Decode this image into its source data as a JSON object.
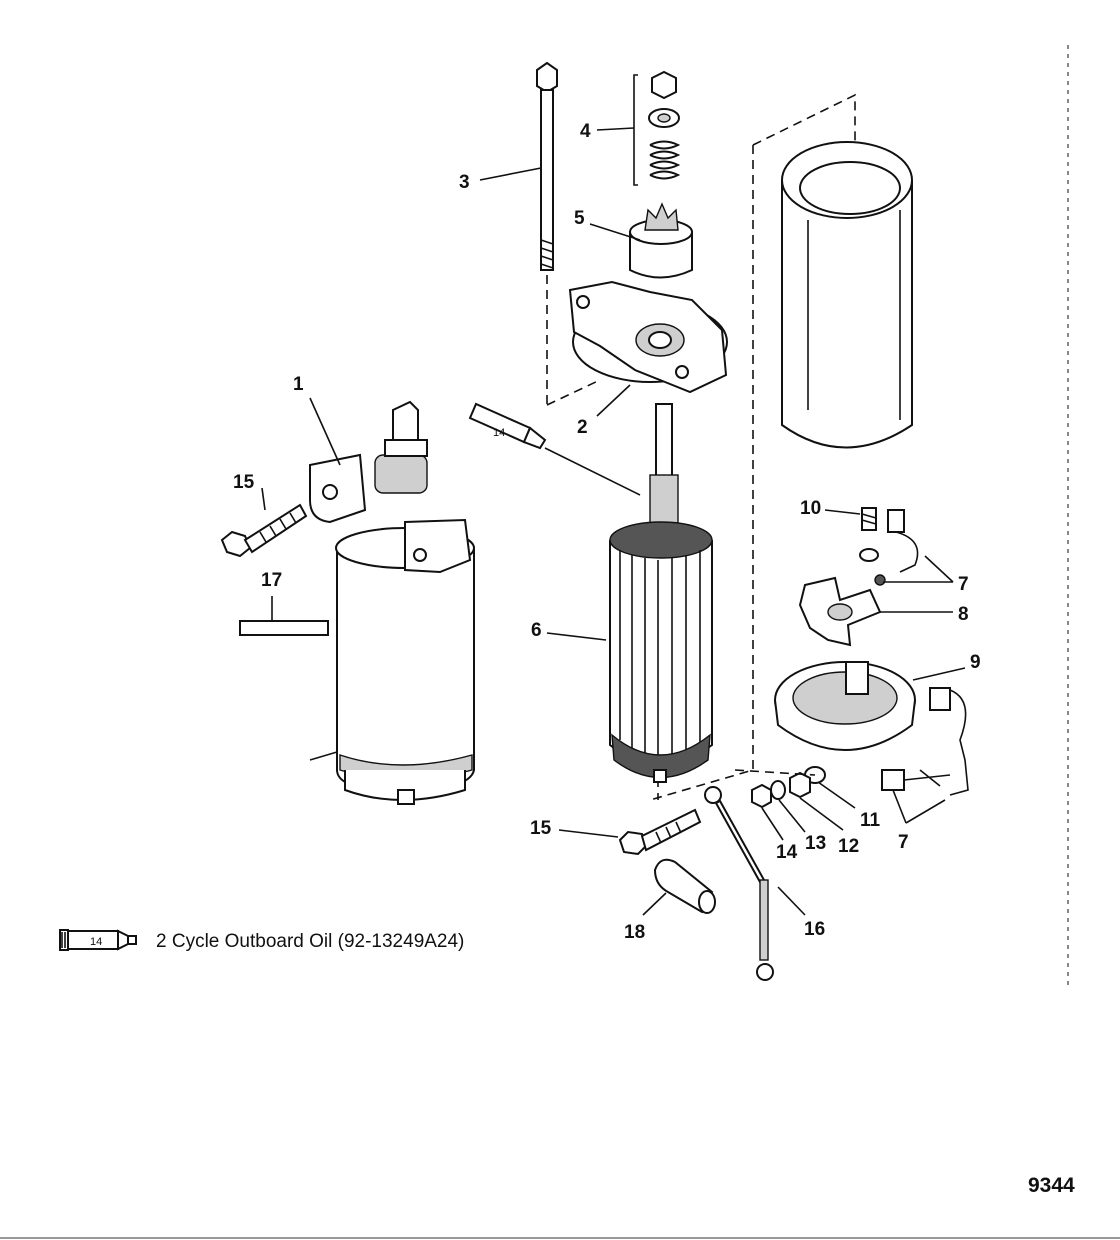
{
  "diagram": {
    "callouts": {
      "c1": "1",
      "c2": "2",
      "c3": "3",
      "c4": "4",
      "c5": "5",
      "c6": "6",
      "c7a": "7",
      "c7b": "7",
      "c8": "8",
      "c9": "9",
      "c10": "10",
      "c11": "11",
      "c12": "12",
      "c13": "13",
      "c14": "14",
      "c15a": "15",
      "c15b": "15",
      "c16": "16",
      "c17": "17",
      "c18": "18"
    },
    "lubricant_tube_label": "14",
    "legend": {
      "tube_label": "14",
      "text": "2 Cycle Outboard Oil (92-13249A24)"
    },
    "figure_number": "9344"
  }
}
